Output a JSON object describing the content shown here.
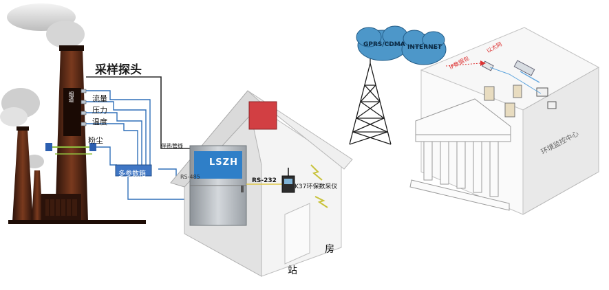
{
  "labels": {
    "sampling_probe": "采样探头",
    "flue": "烟道",
    "flow": "流量",
    "pressure": "压力",
    "temperature": "温度",
    "dust": "粉尘",
    "heat_pipe": "伴热管线",
    "multi_param_box": "多参数箱",
    "rs485": "RS-485",
    "rs232": "RS-232",
    "k37": "K37环保数采仪",
    "station": "站",
    "room": "房",
    "monitoring_center": "环境监控中心",
    "ethernet": "以太网",
    "ip_data": "IP数据包",
    "gprs_cdma": "GPRS/CDMA",
    "internet": "INTERNET",
    "cabinet_brand": "LSZH"
  },
  "colors": {
    "signal_blue": "#2f6fb8",
    "heat_line": "#2a2a2a",
    "rs232_line": "#e0c84a",
    "cloud_blue": "#4d97c9",
    "ip_arrow_red": "#d33"
  }
}
